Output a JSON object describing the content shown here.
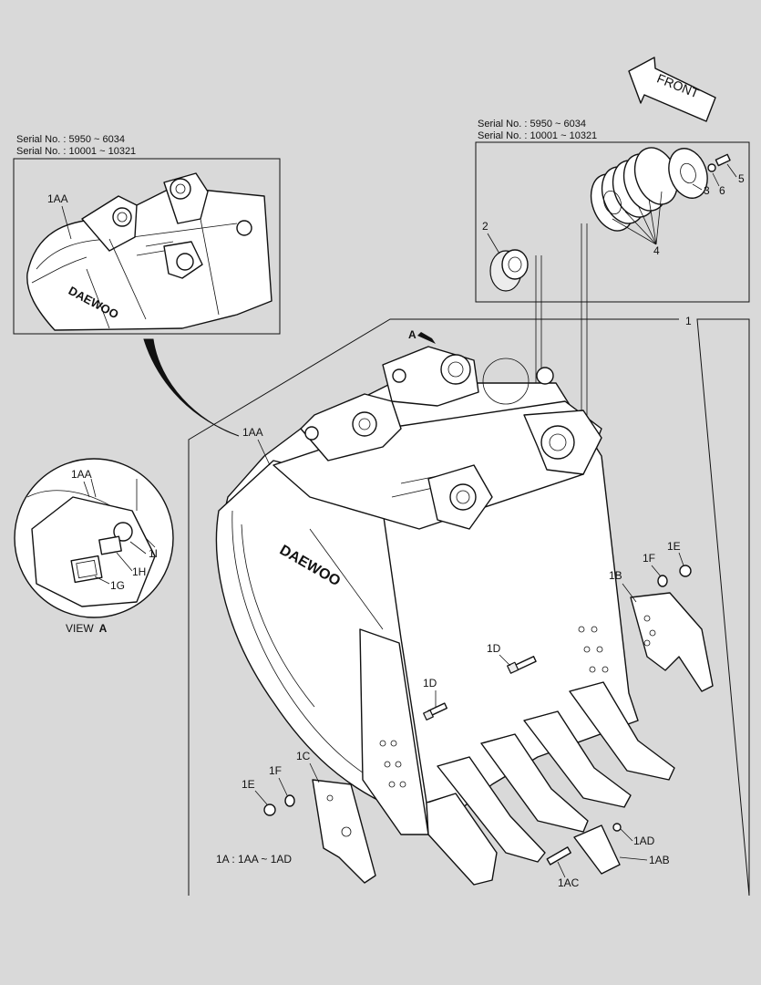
{
  "front_label": "FRONT",
  "detail_left": {
    "serial_1": "Serial No. : 5950 ~ 6034",
    "serial_2": "Serial No. : 10001 ~ 10321",
    "label_1aa": "1AA",
    "logo_text": "DAEWOO"
  },
  "detail_right": {
    "serial_1": "Serial No. : 5950 ~ 6034",
    "serial_2": "Serial No. : 10001 ~ 10321",
    "callouts": [
      "2",
      "3",
      "4",
      "5",
      "6"
    ]
  },
  "view_a": {
    "caption": "VIEW",
    "caption_letter": "A",
    "callouts": [
      "1AA",
      "1I",
      "1H",
      "1G"
    ]
  },
  "main": {
    "callout_1": "1",
    "arrow_a": "A",
    "label_1aa": "1AA",
    "logo_text": "DAEWOO",
    "callouts": [
      "1B",
      "1F",
      "1E",
      "1D",
      "1D",
      "1C",
      "1F",
      "1E",
      "1AD",
      "1AB",
      "1AC"
    ],
    "legend": "1A : 1AA ~ 1AD"
  }
}
